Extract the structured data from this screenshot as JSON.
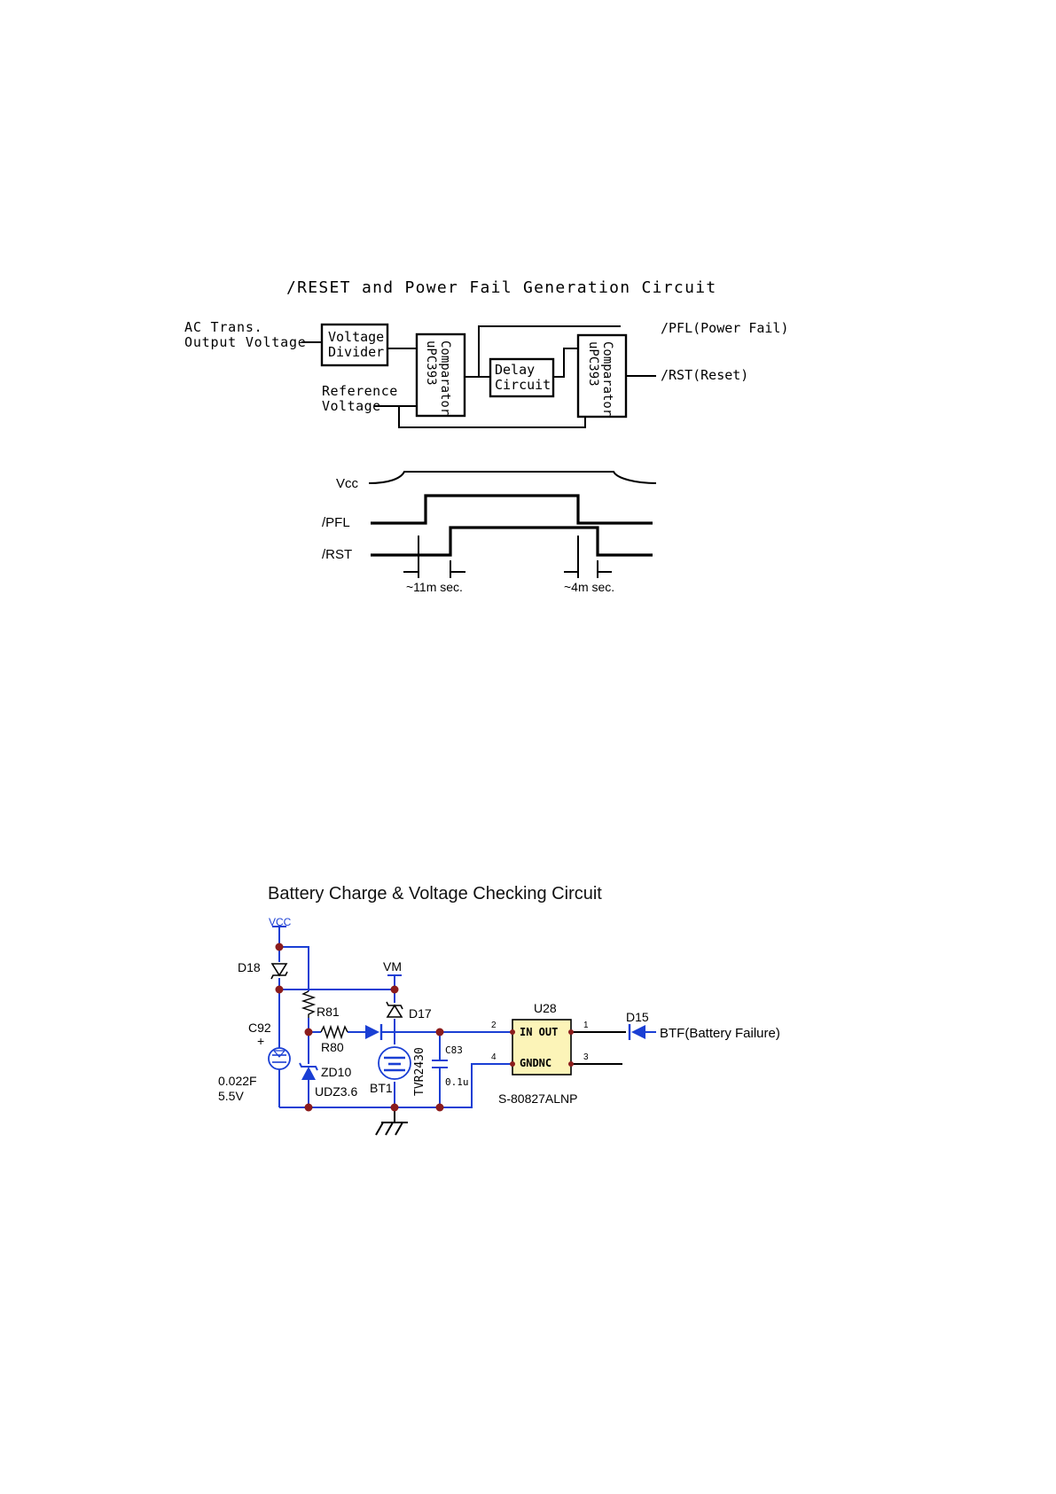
{
  "reset_diagram": {
    "title": "/RESET and Power Fail Generation Circuit",
    "input_ac_line1": "AC Trans.",
    "input_ac_line2": "Output Voltage",
    "input_ref_line1": "Reference",
    "input_ref_line2": "Voltage",
    "block_divider_line1": "Voltage",
    "block_divider_line2": "Divider",
    "block_comp1_line1": "Comparator",
    "block_comp1_line2": "uPC393",
    "block_delay_line1": "Delay",
    "block_delay_line2": "Circuit",
    "block_comp2_line1": "Comparator",
    "block_comp2_line2": "uPC393",
    "output_pfl": "/PFL(Power Fail)",
    "output_rst": "/RST(Reset)"
  },
  "timing": {
    "signal_vcc": "Vcc",
    "signal_pfl": "/PFL",
    "signal_rst": "/RST",
    "delay_rise": "~11m sec.",
    "delay_fall": "~4m sec."
  },
  "battery_diagram": {
    "title": "Battery Charge & Voltage Checking Circuit",
    "vcc": "VCC",
    "vm": "VM",
    "d18": "D18",
    "d17": "D17",
    "d15": "D15",
    "r81": "R81",
    "r80": "R80",
    "c92": "C92",
    "c92_plus": "+",
    "c92_value1": "0.022F",
    "c92_value2": "5.5V",
    "zd10": "ZD10",
    "zd10_part": "UDZ3.6",
    "bt1": "BT1",
    "bt1_part": "TVR2430",
    "c83": "C83",
    "c83_value": "0.1u",
    "u28": "U28",
    "u28_in_out": "IN OUT",
    "u28_gnd_nc": "GNDNC",
    "u28_part": "S-80827ALNP",
    "pin2": "2",
    "pin1": "1",
    "pin4": "4",
    "pin3": "3",
    "output_btf": "BTF(Battery Failure)"
  },
  "colors": {
    "wire": "#000000",
    "battery_wire": "#1a3fd4",
    "junction": "#8b1c1c",
    "ic_fill": "#fcf4b8"
  }
}
